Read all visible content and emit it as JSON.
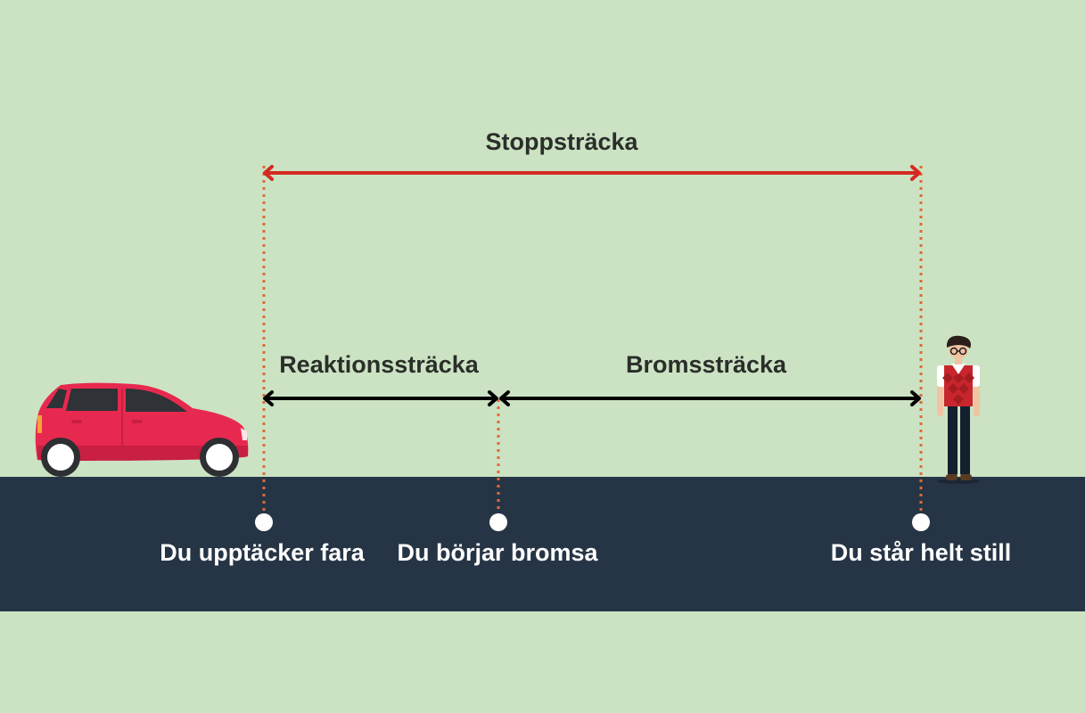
{
  "labels": {
    "stopping_distance": "Stoppsträcka",
    "reaction_distance": "Reaktionssträcka",
    "braking_distance": "Bromssträcka"
  },
  "milestones": [
    {
      "label": "Du upptäcker fara"
    },
    {
      "label": "Du börjar bromsa"
    },
    {
      "label": "Du står helt still"
    }
  ],
  "colors": {
    "background": "#cbe3c3",
    "road": "#263545",
    "stopping_arrow": "#d42a22",
    "segment_arrow": "#000000",
    "marker_line": "#e06a36",
    "car": "#e8294f"
  },
  "icons": {
    "vehicle": "car-icon",
    "person": "pedestrian-icon"
  }
}
